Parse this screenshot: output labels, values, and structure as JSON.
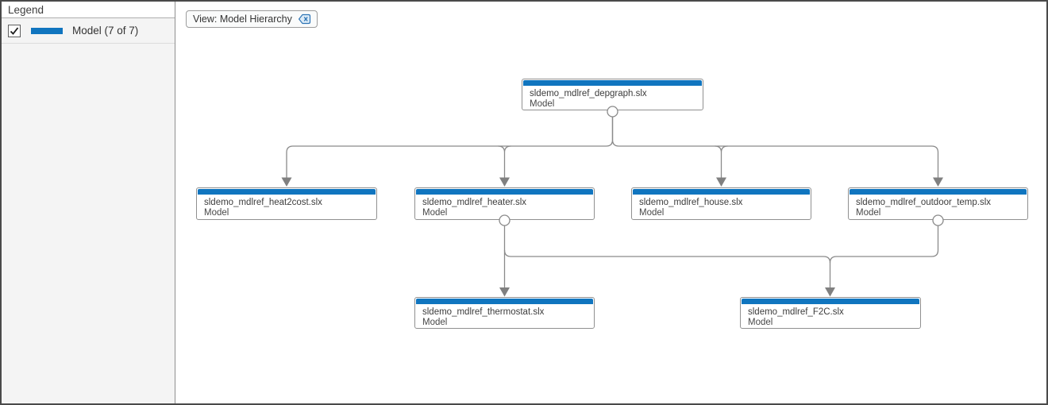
{
  "legend": {
    "title": "Legend",
    "items": [
      {
        "label": "Model (7 of 7)",
        "checked": true,
        "swatch_color": "#1075bf"
      }
    ]
  },
  "filter_chip": {
    "label": "View: Model Hierarchy",
    "close_icon": "clear-view-filter"
  },
  "diagram": {
    "nodes": [
      {
        "id": "depgraph",
        "label": "sldemo_mdlref_depgraph.slx",
        "sublabel": "Model"
      },
      {
        "id": "heat2cost",
        "label": "sldemo_mdlref_heat2cost.slx",
        "sublabel": "Model"
      },
      {
        "id": "heater",
        "label": "sldemo_mdlref_heater.slx",
        "sublabel": "Model"
      },
      {
        "id": "house",
        "label": "sldemo_mdlref_house.slx",
        "sublabel": "Model"
      },
      {
        "id": "outdoor_temp",
        "label": "sldemo_mdlref_outdoor_temp.slx",
        "sublabel": "Model"
      },
      {
        "id": "thermostat",
        "label": "sldemo_mdlref_thermostat.slx",
        "sublabel": "Model"
      },
      {
        "id": "F2C",
        "label": "sldemo_mdlref_F2C.slx",
        "sublabel": "Model"
      }
    ],
    "edges": [
      {
        "from": "depgraph",
        "to": "heat2cost"
      },
      {
        "from": "depgraph",
        "to": "heater"
      },
      {
        "from": "depgraph",
        "to": "house"
      },
      {
        "from": "depgraph",
        "to": "outdoor_temp"
      },
      {
        "from": "heater",
        "to": "thermostat"
      },
      {
        "from": "heater",
        "to": "F2C"
      },
      {
        "from": "outdoor_temp",
        "to": "F2C"
      }
    ],
    "colors": {
      "node_accent": "#1075bf",
      "edge": "#8a8a8a",
      "arrow": "#808080"
    }
  }
}
